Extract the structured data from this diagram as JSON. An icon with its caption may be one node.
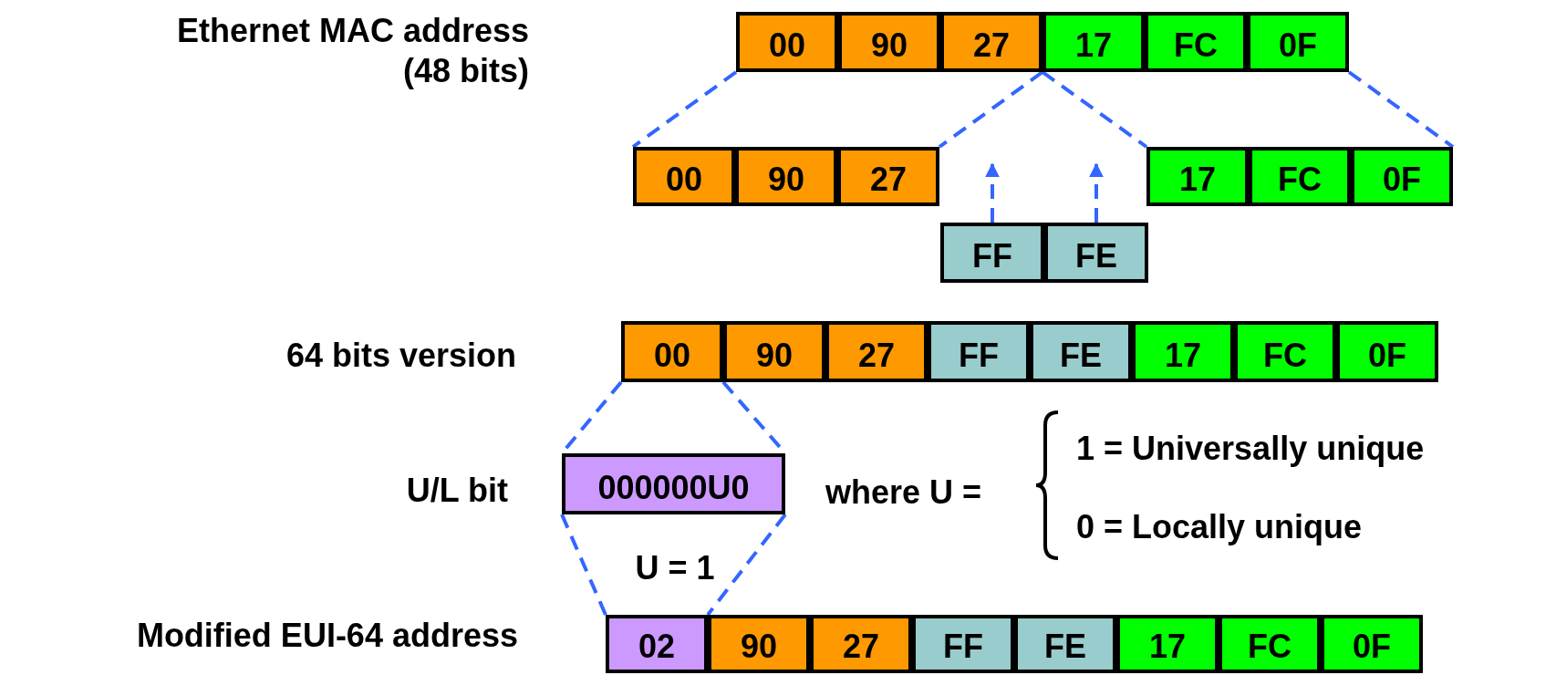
{
  "diagram": {
    "nodes": [
      {
        "text": [
          "00"
        ]
      },
      {
        "text": [
          "90"
        ]
      },
      {
        "text": [
          "27"
        ]
      },
      {
        "text": [
          "17"
        ]
      },
      {
        "text": [
          "FC"
        ]
      },
      {
        "text": [
          "0F"
        ]
      },
      {
        "text": [
          "00"
        ]
      },
      {
        "text": [
          "90"
        ]
      },
      {
        "text": [
          "27"
        ]
      },
      {
        "text": [
          "17"
        ]
      },
      {
        "text": [
          "FC"
        ]
      },
      {
        "text": [
          "0F"
        ]
      },
      {
        "text": [
          "FF"
        ]
      },
      {
        "text": [
          "FE"
        ]
      },
      {
        "text": [
          "00"
        ]
      },
      {
        "text": [
          "90"
        ]
      },
      {
        "text": [
          "27"
        ]
      },
      {
        "text": [
          "FF"
        ]
      },
      {
        "text": [
          "FE"
        ]
      },
      {
        "text": [
          "17"
        ]
      },
      {
        "text": [
          "FC"
        ]
      },
      {
        "text": [
          "0F"
        ]
      },
      {
        "text": [
          "000000U0"
        ]
      },
      {
        "text": [
          "02"
        ]
      },
      {
        "text": [
          "90"
        ]
      },
      {
        "text": [
          "27"
        ]
      },
      {
        "text": [
          "FF"
        ]
      },
      {
        "text": [
          "FE"
        ]
      },
      {
        "text": [
          "17"
        ]
      },
      {
        "text": [
          "FC"
        ]
      },
      {
        "text": [
          "0F"
        ]
      }
    ],
    "edges": [
      {
        "from": 0,
        "to": 6,
        "arrow": "none",
        "style": "dashed"
      },
      {
        "from": 2,
        "to": 8,
        "arrow": "none",
        "style": "dashed"
      },
      {
        "from": 3,
        "to": 9,
        "arrow": "none",
        "style": "dashed"
      },
      {
        "from": 5,
        "to": 11,
        "arrow": "none",
        "style": "dashed"
      },
      {
        "from": 12,
        "to": null,
        "arrow": "to",
        "style": "dashed"
      },
      {
        "from": 13,
        "to": null,
        "arrow": "to",
        "style": "dashed"
      },
      {
        "from": 14,
        "to": 22,
        "arrow": "none",
        "style": "dashed"
      },
      {
        "from": 14,
        "to": 22,
        "arrow": "none",
        "style": "dashed"
      },
      {
        "from": 22,
        "to": 23,
        "arrow": "none",
        "style": "dashed"
      },
      {
        "from": 22,
        "to": 23,
        "arrow": "none",
        "style": "dashed"
      }
    ],
    "labels": [
      "Ethernet MAC address (48 bits)",
      "64 bits version",
      "U/L bit",
      "where U =",
      "1 = Universally unique",
      "0 = Locally unique",
      "U = 1",
      "Modified EUI-64 address"
    ]
  }
}
